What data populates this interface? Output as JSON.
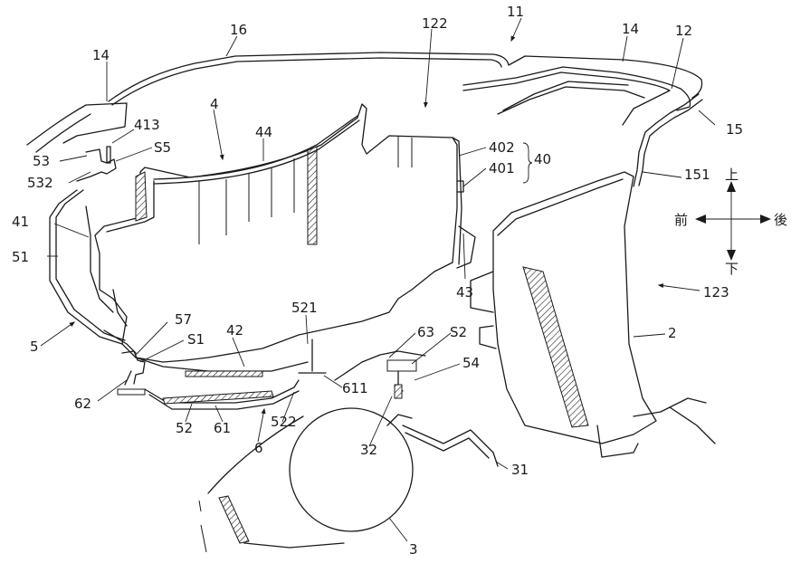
{
  "figure": {
    "labels": {
      "l11": "11",
      "l16": "16",
      "l122": "122",
      "l14a": "14",
      "l14b": "14",
      "l12": "12",
      "l4": "4",
      "l44": "44",
      "l413": "413",
      "lS5": "S5",
      "l53": "53",
      "l532": "532",
      "l15": "15",
      "l402": "402",
      "l401": "401",
      "l40": "40",
      "l151": "151",
      "l41": "41",
      "l51": "51",
      "l43": "43",
      "l123": "123",
      "l5": "5",
      "l57": "57",
      "lS1": "S1",
      "l42": "42",
      "l521": "521",
      "l63": "63",
      "lS2": "S2",
      "l54": "54",
      "l2": "2",
      "l611": "611",
      "l62": "62",
      "l52": "52",
      "l61": "61",
      "l522": "522",
      "l6": "6",
      "l32": "32",
      "l31": "31",
      "l3": "3"
    },
    "directions": {
      "up": "上",
      "down": "下",
      "front": "前",
      "rear": "後"
    }
  }
}
